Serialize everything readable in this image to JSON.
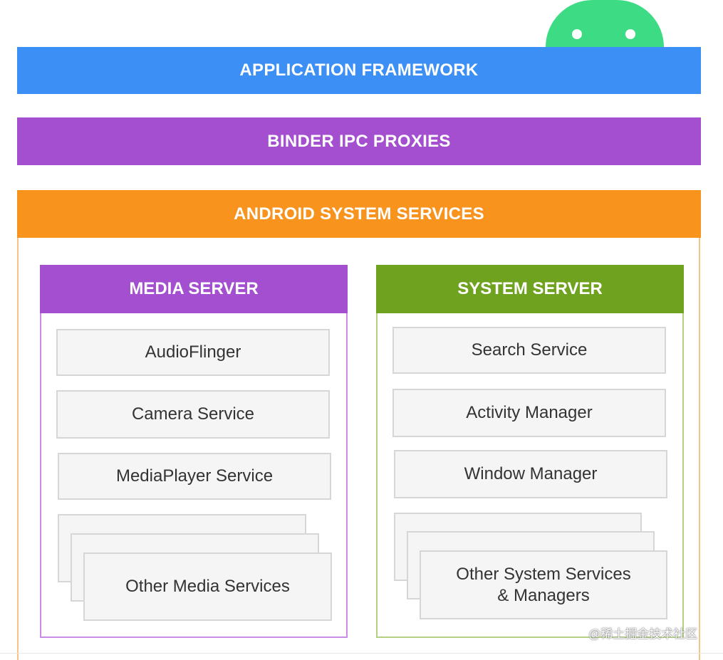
{
  "layers": {
    "application_framework": "APPLICATION FRAMEWORK",
    "binder_ipc_proxies": "BINDER IPC PROXIES",
    "android_system_services": "ANDROID SYSTEM SERVICES"
  },
  "media_server": {
    "title": "MEDIA SERVER",
    "services": [
      "AudioFlinger",
      "Camera Service",
      "MediaPlayer Service"
    ],
    "other": "Other Media Services"
  },
  "system_server": {
    "title": "SYSTEM SERVER",
    "services": [
      "Search Service",
      "Activity Manager",
      "Window Manager"
    ],
    "other": "Other System Services\n& Managers"
  },
  "watermark": "@稀土掘金技术社区",
  "colors": {
    "application_framework": "#3b8ff5",
    "binder": "#a34fd0",
    "system_services": "#f8931d",
    "media_server": "#a34fd0",
    "system_server": "#6fa21f",
    "android_logo": "#3ddc84"
  },
  "icons": {
    "logo": "android-head-icon"
  }
}
